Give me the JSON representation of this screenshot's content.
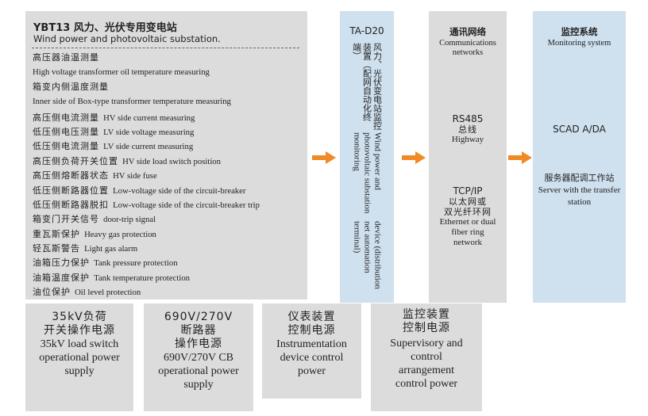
{
  "main": {
    "title": "YBT13 风力、光伏专用变电站",
    "subtitle": "Wind power and photovoltaic substation.",
    "items": [
      {
        "zh": "高压器油温测量",
        "en": "High voltage transformer oil temperature measuring",
        "block": true
      },
      {
        "zh": "箱变内侧温度测量",
        "en": "Inner side of Box-type transformer temperature measuring",
        "block": true
      },
      {
        "zh": "高压侧电流测量",
        "en": "HV side current measuring"
      },
      {
        "zh": "低压侧电压测量",
        "en": "LV side voltage measuring"
      },
      {
        "zh": "低压侧电流测量",
        "en": "LV side current measuring"
      },
      {
        "zh": "高压侧负荷开关位置",
        "en": "HV side load switch position"
      },
      {
        "zh": "高压侧熔断器状态",
        "en": "HV side fuse"
      },
      {
        "zh": "低压侧断路器位置",
        "en": "Low-voltage side of the circuit-breaker"
      },
      {
        "zh": "低压侧断路器脱扣",
        "en": "Low-voltage side of the circuit-breaker trip"
      },
      {
        "zh": "箱变门开关信号",
        "en": "door-trip signal"
      },
      {
        "zh": "重瓦斯保护",
        "en": "Heavy gas protection"
      },
      {
        "zh": "轻瓦斯警告",
        "en": "Light gas alarm"
      },
      {
        "zh": "油箱压力保护",
        "en": "Tank pressure protection"
      },
      {
        "zh": "油箱温度保护",
        "en": "Tank temperature protection"
      },
      {
        "zh": "油位保护",
        "en": "Oil level protection"
      }
    ]
  },
  "ta": {
    "title": "TA-D20",
    "vertical_zh": "风力、光伏变电站监控装置（配网自动化终端）",
    "vertical_en1": "Wind power and photovoltaic substation monitoring",
    "vertical_en2": "device (distribution net automation terminal)"
  },
  "comm": {
    "title": "通讯网络",
    "subtitle_en": "Communications networks",
    "rs485": "RS485",
    "bus_zh": "总线",
    "bus_en": "Highway",
    "tcp": "TCP/IP",
    "tcp_zh1": "以太网或",
    "tcp_zh2": "双光纤环网",
    "tcp_en": "Ethernet or dual fiber ring network"
  },
  "monitor": {
    "title": "监控系统",
    "subtitle_en": "Monitoring system",
    "scada": "SCAD A/DA",
    "server_zh": "服务器配调工作站",
    "server_en": "Server with the transfer station"
  },
  "power": [
    {
      "zh1": "35kV负荷",
      "zh2": "开关操作电源",
      "en": "35kV load switch operational power supply"
    },
    {
      "zh1": "690V/270V",
      "zh2": "断路器",
      "zh3": "操作电源",
      "en": "690V/270V CB operational power supply"
    },
    {
      "zh1": "仪表装置",
      "zh2": "控制电源",
      "en": "Instrumentation device control power"
    },
    {
      "zh1": "监控装置",
      "zh2": "控制电源",
      "en": "Supervisory and control arrangement control power"
    }
  ],
  "colors": {
    "box_gray": "#dcdcdc",
    "box_blue": "#cfe0ee",
    "arrow_orange": "#f08a24"
  }
}
